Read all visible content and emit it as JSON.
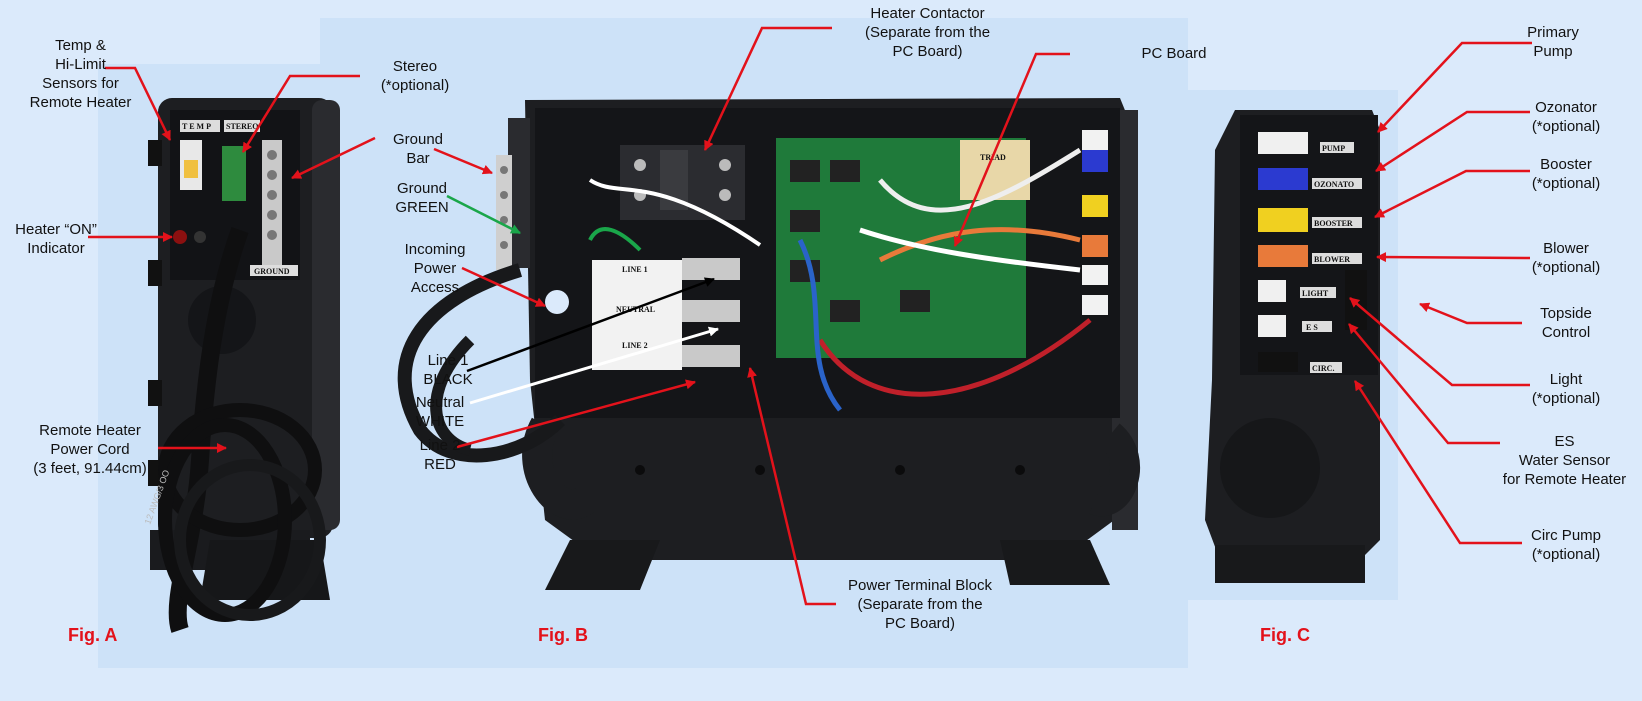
{
  "colors": {
    "background": "#dbeafb",
    "panel": "#cde2f8",
    "callout_red": "#e3121b",
    "callout_green": "#1aa64a",
    "callout_black": "#000000",
    "callout_white": "#ffffff",
    "housing": "#1d1e21"
  },
  "figures": {
    "a": "Fig. A",
    "b": "Fig. B",
    "c": "Fig. C"
  },
  "fig_a": {
    "temp_sensors": "Temp &\nHi-Limit\nSensors for\nRemote Heater",
    "stereo": "Stereo\n(*optional)",
    "heater_on": "Heater “ON”\nIndicator",
    "power_cord": "Remote Heater\nPower Cord\n(3 feet, 91.44cm)",
    "port_tags": {
      "temp": "T E M P",
      "stereo": "STEREO",
      "ground": "GROUND"
    },
    "cord_print": "12 AWG/3 OO"
  },
  "fig_b": {
    "ground_bar": "Ground\nBar",
    "ground_green": "Ground\nGREEN",
    "incoming_power": "Incoming\nPower\nAccess",
    "line1": "Line 1\nBLACK",
    "neutral": "Neutral\nWHITE",
    "line2": "Line 2\nRED",
    "heater_contactor": "Heater Contactor\n(Separate from the\nPC Board)",
    "pc_board": "PC Board",
    "power_terminal": "Power Terminal Block\n(Separate from the\nPC Board)",
    "terminal_tags": {
      "line1": "LINE 1",
      "neutral": "NEUTRAL",
      "line2": "LINE 2"
    },
    "transformer_tag": "TRIAD"
  },
  "fig_c": {
    "primary_pump": "Primary\nPump",
    "ozonator": "Ozonator\n(*optional)",
    "booster": "Booster\n(*optional)",
    "blower": "Blower\n(*optional)",
    "topside": "Topside\nControl",
    "light": "Light\n(*optional)",
    "es_sensor": "ES\nWater Sensor\nfor Remote Heater",
    "circ_pump": "Circ Pump\n(*optional)",
    "port_tags": {
      "pump": "PUMP",
      "ozonator": "OZONATO",
      "booster": "BOOSTER",
      "blower": "BLOWER",
      "light": "LIGHT",
      "es": "E S",
      "circ": "CIRC."
    }
  }
}
